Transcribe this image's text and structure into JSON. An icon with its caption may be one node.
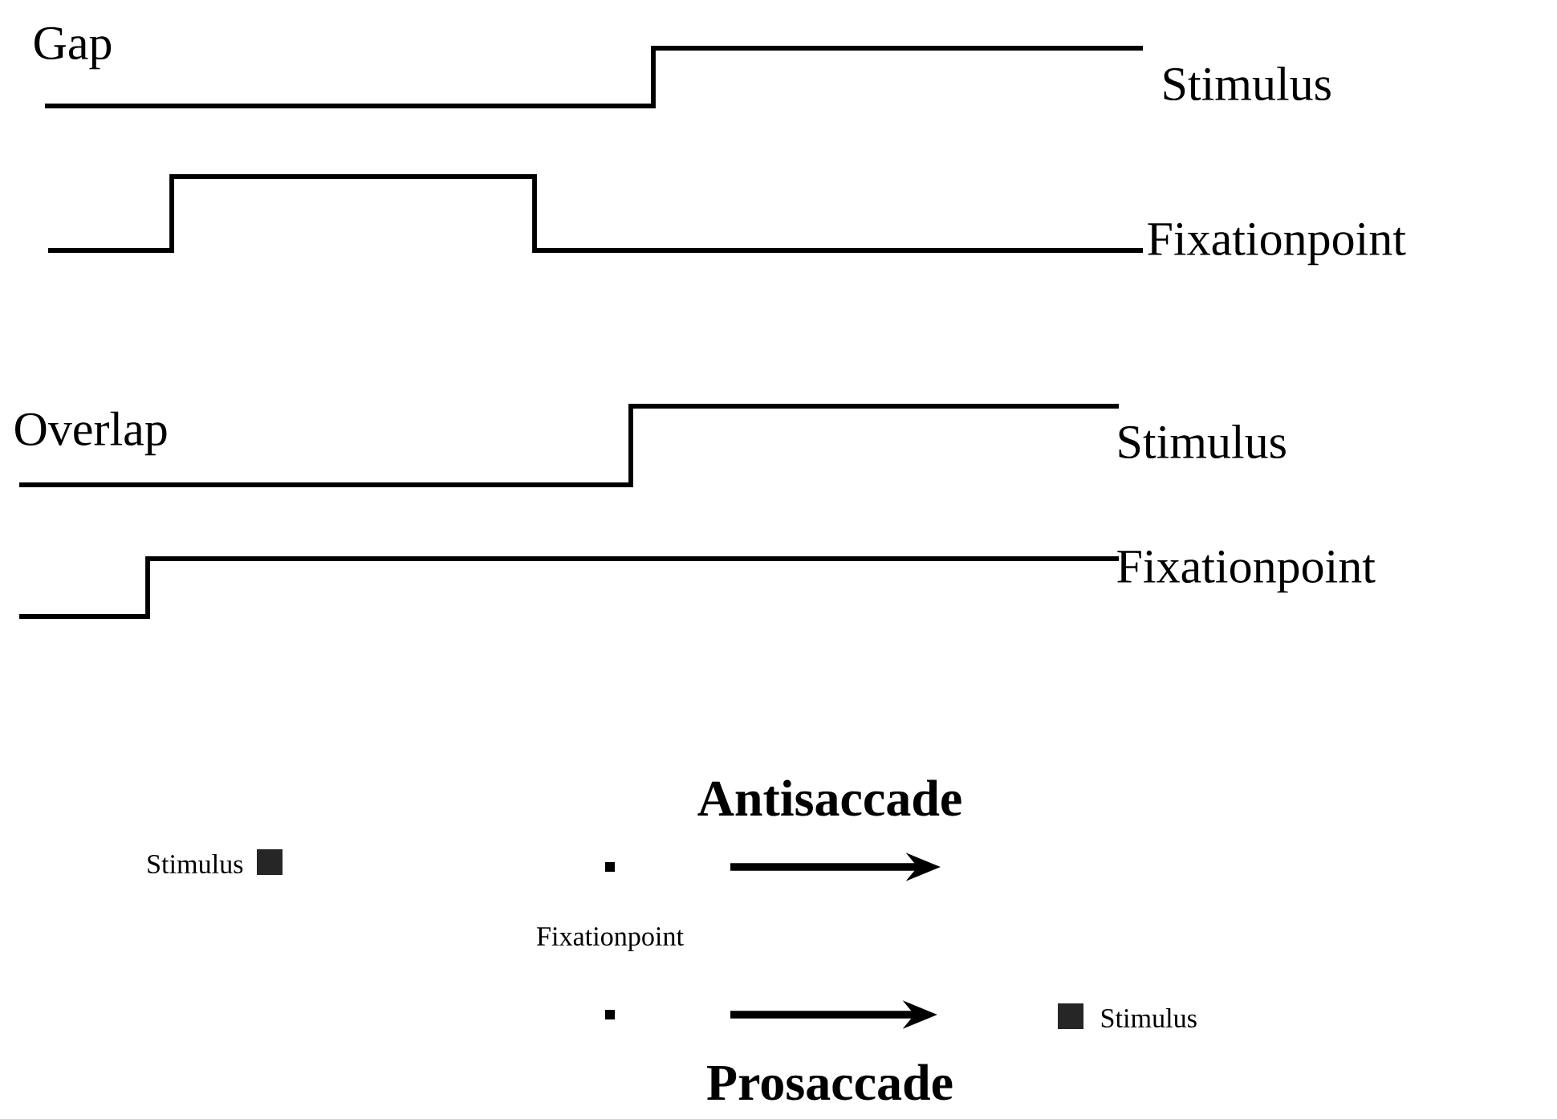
{
  "diagram": {
    "labels": [
      "Gap",
      "Stimulus",
      "Fixationpoint",
      "Overlap",
      "Stimulus",
      "Fixationpoint",
      "Antisaccade",
      "Stimulus",
      "Fixationpoint",
      "Stimulus",
      "Prosaccade"
    ]
  }
}
